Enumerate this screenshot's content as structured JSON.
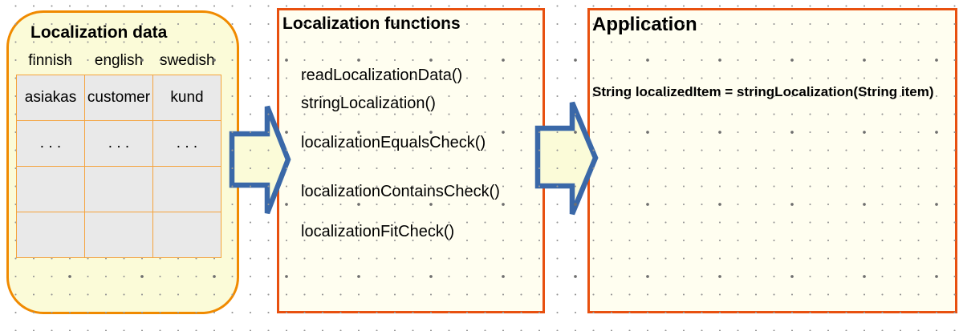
{
  "diagram": {
    "data_store": {
      "title": "Localization data",
      "columns": [
        "finnish",
        "english",
        "swedish"
      ],
      "rows": [
        [
          "asiakas",
          "customer",
          "kund"
        ],
        [
          ". . .",
          ". . .",
          ". . ."
        ],
        [
          "",
          "",
          ""
        ],
        [
          "",
          "",
          ""
        ]
      ]
    },
    "functions": {
      "title": "Localization functions",
      "items": [
        "readLocalizationData()",
        "stringLocalization()",
        "localizationEqualsCheck()",
        "localizationContainsCheck()",
        "localizationFitCheck()"
      ]
    },
    "application": {
      "title": "Application",
      "code": "String localizedItem = stringLocalization(String item)"
    },
    "arrows": {
      "data_to_functions": "block-arrow-right",
      "functions_to_application": "block-arrow-right"
    },
    "colors": {
      "yellow_panel_fill": "#FBFBD8",
      "yellow_panel_border": "#F08A00",
      "ivory_panel_fill": "#FFFEF0",
      "ivory_panel_border": "#E8500F",
      "table_cell_fill": "#E9E9E9",
      "table_line": "#F5A33C",
      "arrow_stroke": "#3A68A8",
      "arrow_fill": "#FBFBD8",
      "grid_dot": "#989898"
    }
  }
}
